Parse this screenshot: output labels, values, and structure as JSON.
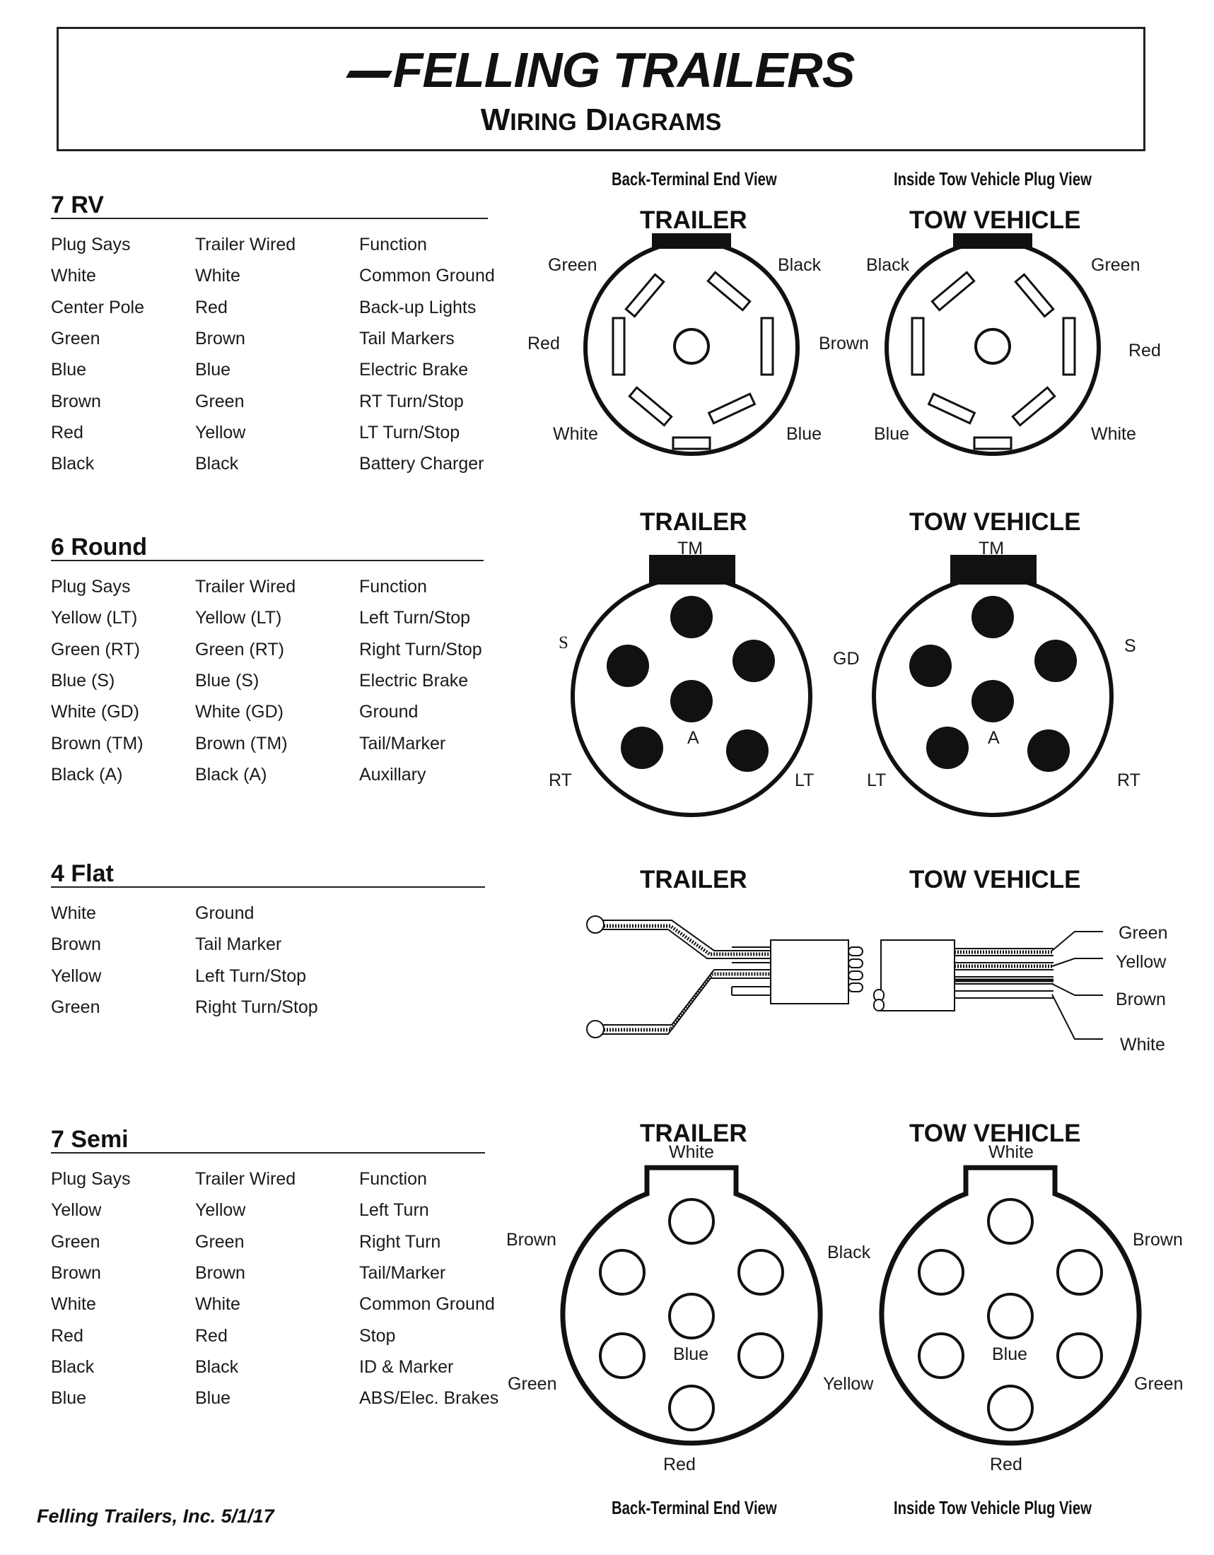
{
  "header": {
    "logo_text": "FELLING TRAILERS",
    "subtitle": "Wiring Diagrams"
  },
  "views": {
    "back": "Back-Terminal End View",
    "inside": "Inside Tow Vehicle Plug View"
  },
  "diagram_heads": {
    "trailer": "TRAILER",
    "tow": "TOW VEHICLE"
  },
  "rv7": {
    "title": "7 RV",
    "headers": [
      "Plug Says",
      "Trailer Wired",
      "Function"
    ],
    "rows": [
      [
        "White",
        "White",
        "Common Ground"
      ],
      [
        "Center Pole",
        "Red",
        "Back-up Lights"
      ],
      [
        "Green",
        "Brown",
        "Tail Markers"
      ],
      [
        "Blue",
        "Blue",
        "Electric Brake"
      ],
      [
        "Brown",
        "Green",
        "RT Turn/Stop"
      ],
      [
        "Red",
        "Yellow",
        "LT Turn/Stop"
      ],
      [
        "Black",
        "Black",
        "Battery Charger"
      ]
    ],
    "trailer_labels": {
      "tl": "Green",
      "tr": "Black",
      "ml": "Red",
      "mr": "Brown",
      "bl": "White",
      "br": "Blue"
    },
    "tow_labels": {
      "tl": "Black",
      "tr": "Green",
      "ml": "Red",
      "bl": "Blue",
      "br": "White"
    }
  },
  "round6": {
    "title": "6 Round",
    "headers": [
      "Plug Says",
      "Trailer Wired",
      "Function"
    ],
    "rows": [
      [
        "Yellow (LT)",
        "Yellow (LT)",
        "Left Turn/Stop"
      ],
      [
        "Green (RT)",
        "Green (RT)",
        "Right Turn/Stop"
      ],
      [
        "Blue (S)",
        "Blue (S)",
        "Electric Brake"
      ],
      [
        "White (GD)",
        "White (GD)",
        "Ground"
      ],
      [
        "Brown (TM)",
        "Brown (TM)",
        "Tail/Marker"
      ],
      [
        "Black (A)",
        "Black (A)",
        "Auxillary"
      ]
    ],
    "trailer_labels": {
      "top": "TM",
      "s": "S",
      "center": "A",
      "bl": "RT",
      "br": "LT",
      "gd": "GD"
    },
    "tow_labels": {
      "top": "TM",
      "s": "S",
      "center": "A",
      "bl": "LT",
      "br": "RT"
    }
  },
  "flat4": {
    "title": "4 Flat",
    "rows": [
      [
        "White",
        "Ground"
      ],
      [
        "Brown",
        "Tail Marker"
      ],
      [
        "Yellow",
        "Left Turn/Stop"
      ],
      [
        "Green",
        "Right Turn/Stop"
      ]
    ],
    "wire_labels": [
      "Green",
      "Yellow",
      "Brown",
      "White"
    ]
  },
  "semi7": {
    "title": "7 Semi",
    "headers": [
      "Plug Says",
      "Trailer Wired",
      "Function"
    ],
    "rows": [
      [
        "Yellow",
        "Yellow",
        "Left Turn"
      ],
      [
        "Green",
        "Green",
        "Right Turn"
      ],
      [
        "Brown",
        "Brown",
        "Tail/Marker"
      ],
      [
        "White",
        "White",
        "Common Ground"
      ],
      [
        "Red",
        "Red",
        "Stop"
      ],
      [
        "Black",
        "Black",
        "ID  & Marker"
      ],
      [
        "Blue",
        "Blue",
        "ABS/Elec. Brakes"
      ]
    ],
    "trailer_labels": {
      "top": "White",
      "tl": "Brown",
      "tr": "Black",
      "center": "Blue",
      "bl": "Green",
      "br": "Yellow",
      "bottom": "Red"
    },
    "tow_labels": {
      "top": "White",
      "tr": "Brown",
      "center": "Blue",
      "br": "Green",
      "bottom": "Red"
    }
  },
  "footer": "Felling Trailers, Inc. 5/1/17"
}
